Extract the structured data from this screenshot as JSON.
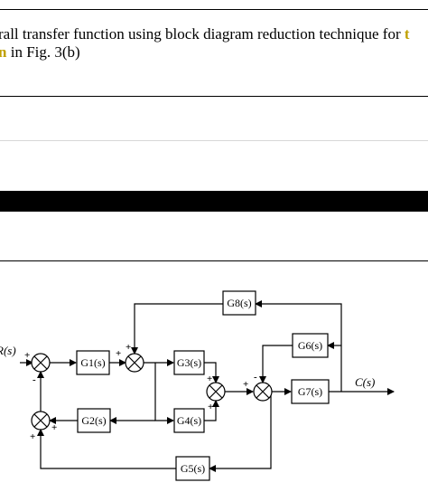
{
  "question": {
    "line1_prefix": "rall transfer function  using block diagram reduction technique for ",
    "line1_cut": "t",
    "line2_cut": "n",
    "line2_text": " in Fig. 3(b)"
  },
  "diagram": {
    "blocks": {
      "g1": "G1(s)",
      "g2": "G2(s)",
      "g3": "G3(s)",
      "g4": "G4(s)",
      "g5": "G5(s)",
      "g6": "G6(s)",
      "g7": "G7(s)",
      "g8": "G8(s)"
    },
    "input_label": "R(s)",
    "output_label": "C(s)",
    "signs": {
      "s1_in": "+",
      "s1_fb": "-",
      "s2_left": "+",
      "s2_top": "+",
      "s3_top": "+",
      "s3_bottom": "+",
      "s4_left": "+",
      "s4_top": "-",
      "s5_right": "+",
      "s5_bottom": "+"
    }
  }
}
